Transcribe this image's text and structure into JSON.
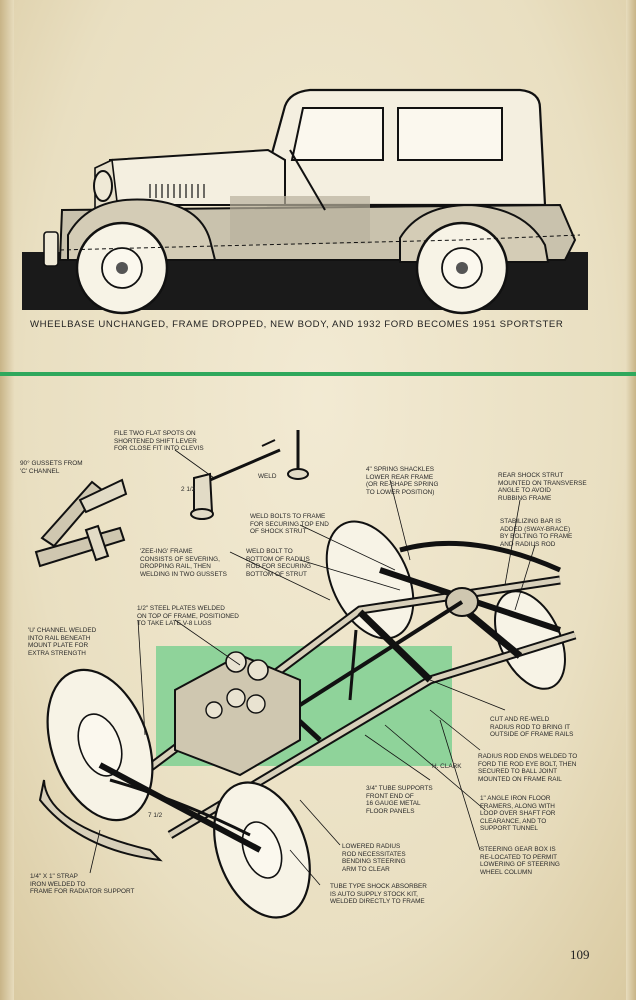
{
  "caption": "WHEELBASE UNCHANGED, FRAME DROPPED, NEW BODY, AND 1932 FORD BECOMES 1951 SPORTSTER",
  "labels": {
    "shift_lever": [
      "FILE TWO FLAT SPOTS ON",
      "SHORTENED SHIFT LEVER",
      "FOR CLOSE FIT INTO CLEVIS"
    ],
    "weld": "WELD",
    "dimension": "2 1/2",
    "gussets": [
      "90° GUSSETS FROM",
      "'C' CHANNEL"
    ],
    "spring_shackles": [
      "4\" SPRING SHACKLES",
      "LOWER REAR FRAME",
      "(OR RE-SHAPE SPRING",
      "TO LOWER POSITION)"
    ],
    "rear_shock_strut": [
      "REAR SHOCK STRUT",
      "MOUNTED ON TRANSVERSE",
      "ANGLE TO AVOID",
      "RUBBING FRAME"
    ],
    "weld_bolts_top": [
      "WELD BOLTS TO FRAME",
      "FOR SECURING TOP END",
      "OF SHOCK STRUT"
    ],
    "stabilizing_bar": [
      "STABILIZING BAR IS",
      "ADDED (SWAY-BRACE)",
      "BY BOLTING TO FRAME",
      "AND RADIUS ROD"
    ],
    "zee_ing": [
      "'ZEE-ING' FRAME",
      "CONSISTS OF SEVERING,",
      "DROPPING RAIL, THEN",
      "WELDING IN TWO GUSSETS"
    ],
    "weld_bolt_bottom": [
      "WELD BOLT TO",
      "BOTTOM OF RADIUS",
      "ROD FOR SECURING",
      "BOTTOM OF STRUT"
    ],
    "steel_plates": [
      "1/2\" STEEL PLATES WELDED",
      "ON TOP OF FRAME, POSITIONED",
      "TO TAKE LATE V-8 LUGS"
    ],
    "u_channel": [
      "'U' CHANNEL WELDED",
      "INTO RAIL BENEATH",
      "MOUNT PLATE FOR",
      "EXTRA STRENGTH"
    ],
    "cut_reweld": [
      "CUT AND RE-WELD",
      "RADIUS ROD TO BRING IT",
      "OUTSIDE OF FRAME RAILS"
    ],
    "radius_rod_ends": [
      "RADIUS ROD ENDS WELDED TO",
      "FORD TIE ROD EYE BOLT, THEN",
      "SECURED TO BALL JOINT",
      "MOUNTED ON FRAME RAIL"
    ],
    "tube_supports": [
      "3/4\" TUBE SUPPORTS",
      "FRONT END OF",
      "16 GAUGE METAL",
      "FLOOR PANELS"
    ],
    "angle_iron": [
      "1\" ANGLE IRON FLOOR",
      "FRAMERS, ALONG WITH",
      "LOOP OVER SHAFT FOR",
      "CLEARANCE, AND TO",
      "SUPPORT TUNNEL"
    ],
    "lowered_radius": [
      "LOWERED RADIUS",
      "ROD NECESSITATES",
      "BENDING STEERING",
      "ARM TO CLEAR"
    ],
    "steering_gear": [
      "STEERING GEAR BOX IS",
      "RE-LOCATED TO PERMIT",
      "LOWERING OF STEERING",
      "WHEEL COLUMN"
    ],
    "strap_iron": [
      "1/4\" X 1\" STRAP",
      "IRON WELDED TO",
      "FRAME FOR RADIATOR SUPPORT"
    ],
    "shock_absorber": [
      "TUBE TYPE SHOCK ABSORBER",
      "IS AUTO SUPPLY STOCK KIT,",
      "WELDED DIRECTLY TO FRAME"
    ],
    "front_dim": "7 1/2",
    "signature": "H. CLARK"
  },
  "page_number": "109",
  "colors": {
    "accent_green": "#2fa85c",
    "panel_green": "#8fd39a",
    "paper": "#ece3c8",
    "ink": "#1c1c1c"
  }
}
